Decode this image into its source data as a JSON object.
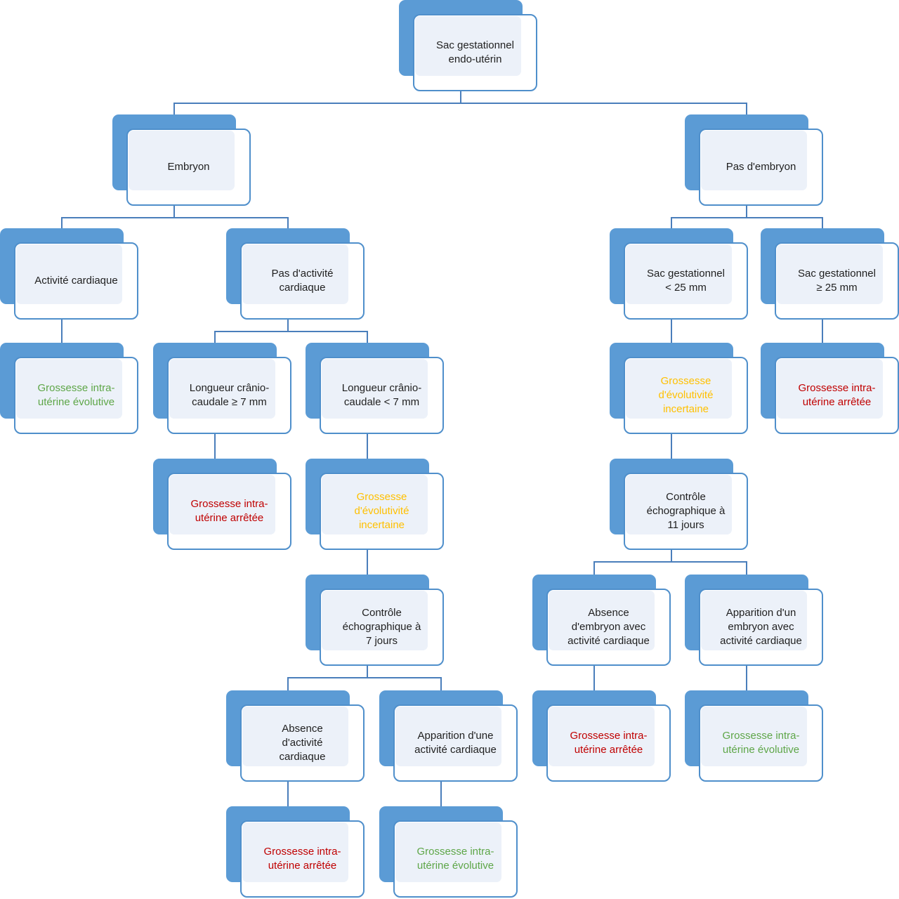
{
  "diagram": {
    "colors": {
      "box_shadow_blue": "#5B9BD5",
      "box_border_blue": "#4F8FCB",
      "box_fill_light": "#ECF1F9",
      "connector_blue": "#4A7EBB",
      "text_default": "#1F1F1F",
      "text_green": "#5EA648",
      "text_red": "#C00000",
      "text_yellow": "#FFC000"
    },
    "nodes": [
      {
        "id": "sac-gestationnel-endo-uterin",
        "label": "Sac gestationnel\nendo-utérin",
        "color": "default",
        "parent": null
      },
      {
        "id": "embryon",
        "label": "Embryon",
        "color": "default",
        "parent": "sac-gestationnel-endo-uterin"
      },
      {
        "id": "pas-d-embryon",
        "label": "Pas d'embryon",
        "color": "default",
        "parent": "sac-gestationnel-endo-uterin"
      },
      {
        "id": "activite-cardiaque",
        "label": "Activité cardiaque",
        "color": "default",
        "parent": "embryon"
      },
      {
        "id": "pas-d-activite-cardiaque",
        "label": "Pas d'activité\ncardiaque",
        "color": "default",
        "parent": "embryon"
      },
      {
        "id": "sac-gestationnel-lt-25",
        "label": "Sac gestationnel\n< 25 mm",
        "color": "default",
        "parent": "pas-d-embryon"
      },
      {
        "id": "sac-gestationnel-ge-25",
        "label": "Sac gestationnel\n≥ 25 mm",
        "color": "default",
        "parent": "pas-d-embryon"
      },
      {
        "id": "grossesse-evolutive-gauche",
        "label": "Grossesse intra-\nutérine évolutive",
        "color": "green",
        "parent": "activite-cardiaque"
      },
      {
        "id": "lcc-ge-7",
        "label": "Longueur crânio-\ncaudale ≥ 7 mm",
        "color": "default",
        "parent": "pas-d-activite-cardiaque"
      },
      {
        "id": "lcc-lt-7",
        "label": "Longueur crânio-\ncaudale < 7 mm",
        "color": "default",
        "parent": "pas-d-activite-cardiaque"
      },
      {
        "id": "grossesse-incertaine-droite",
        "label": "Grossesse\nd'évolutivité\nincertaine",
        "color": "yellow",
        "parent": "sac-gestationnel-lt-25"
      },
      {
        "id": "grossesse-arretee-droite-haut",
        "label": "Grossesse intra-\nutérine arrêtée",
        "color": "red",
        "parent": "sac-gestationnel-ge-25"
      },
      {
        "id": "grossesse-arretee-gauche-haut",
        "label": "Grossesse intra-\nutérine arrêtée",
        "color": "red",
        "parent": "lcc-ge-7"
      },
      {
        "id": "grossesse-incertaine-gauche",
        "label": "Grossesse\nd'évolutivité\nincertaine",
        "color": "yellow",
        "parent": "lcc-lt-7"
      },
      {
        "id": "controle-echo-11-jours",
        "label": "Contrôle\néchographique à\n11 jours",
        "color": "default",
        "parent": "grossesse-incertaine-droite"
      },
      {
        "id": "controle-echo-7-jours",
        "label": "Contrôle\néchographique à\n7 jours",
        "color": "default",
        "parent": "grossesse-incertaine-gauche"
      },
      {
        "id": "absence-embryon-activite-cardiaque",
        "label": "Absence\nd'embryon avec\nactivité cardiaque",
        "color": "default",
        "parent": "controle-echo-11-jours"
      },
      {
        "id": "apparition-embryon-activite-cardiaque",
        "label": "Apparition d'un\nembryon avec\nactivité cardiaque",
        "color": "default",
        "parent": "controle-echo-11-jours"
      },
      {
        "id": "absence-activite-cardiaque",
        "label": "Absence\nd'activité\ncardiaque",
        "color": "default",
        "parent": "controle-echo-7-jours"
      },
      {
        "id": "apparition-activite-cardiaque",
        "label": "Apparition d'une\nactivité cardiaque",
        "color": "default",
        "parent": "controle-echo-7-jours"
      },
      {
        "id": "grossesse-arretee-droite-bas",
        "label": "Grossesse intra-\nutérine arrêtée",
        "color": "red",
        "parent": "absence-embryon-activite-cardiaque"
      },
      {
        "id": "grossesse-evolutive-droite-bas",
        "label": "Grossesse intra-\nutérine évolutive",
        "color": "green",
        "parent": "apparition-embryon-activite-cardiaque"
      },
      {
        "id": "grossesse-arretee-gauche-bas",
        "label": "Grossesse intra-\nutérine arrêtée",
        "color": "red",
        "parent": "absence-activite-cardiaque"
      },
      {
        "id": "grossesse-evolutive-gauche-bas",
        "label": "Grossesse intra-\nutérine évolutive",
        "color": "green",
        "parent": "apparition-activite-cardiaque"
      }
    ]
  }
}
